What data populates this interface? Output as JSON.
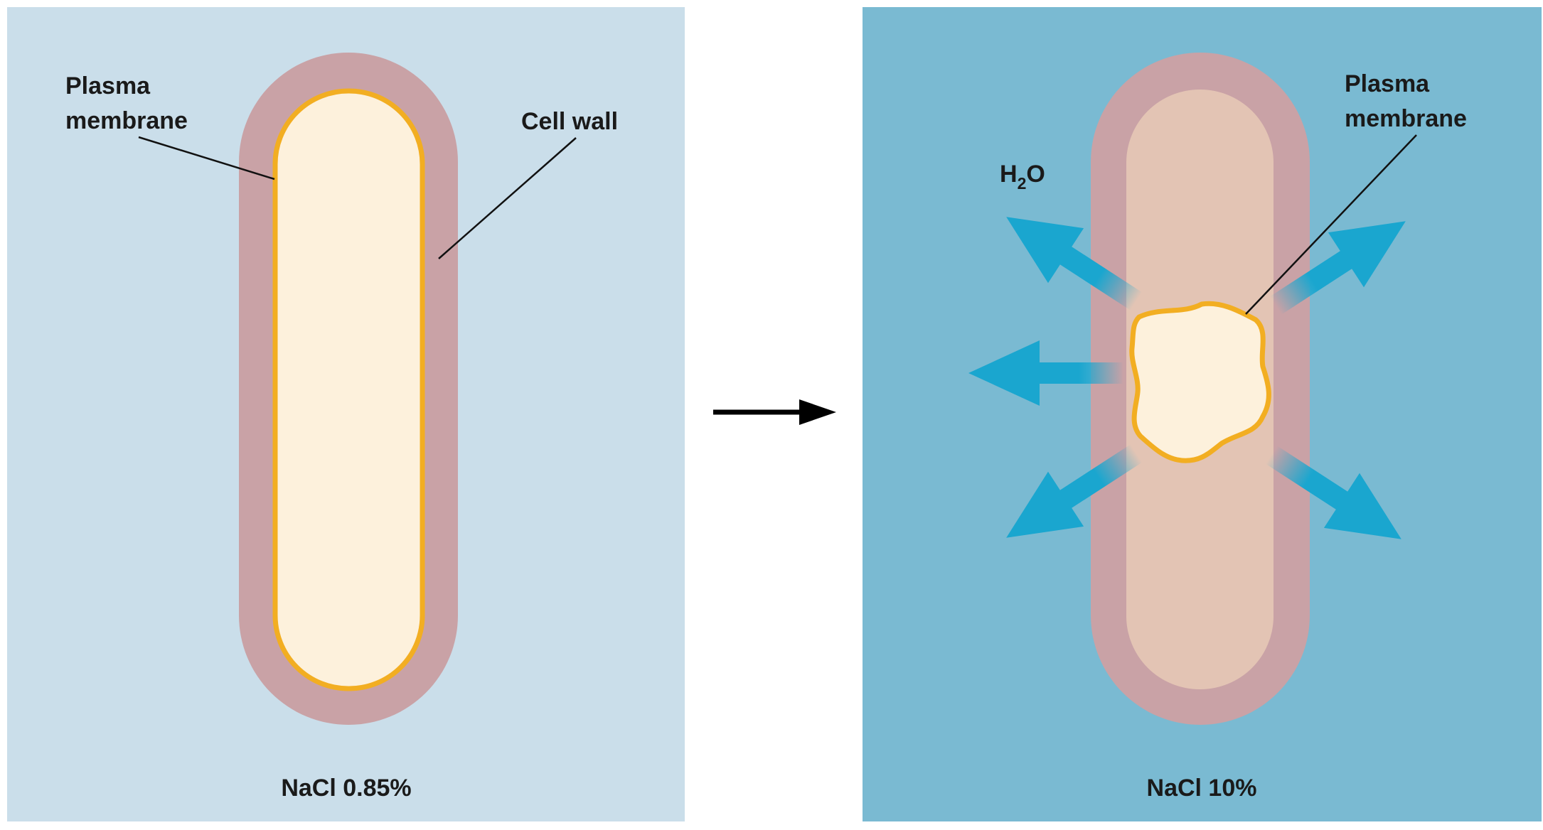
{
  "colors": {
    "page_background": "#ffffff",
    "isotonic_background": "#cadeea",
    "hypertonic_background": "#7abad2",
    "cell_wall": "#c9a2a6",
    "plasma_membrane": "#f2ae22",
    "cytoplasm": "#fdf1dc",
    "shrunken_periplasm": "#e3c4b4",
    "water_arrow": "#1aa6cf",
    "leader_line": "#111111",
    "transition_arrow": "#000000"
  },
  "left_panel": {
    "plasma_membrane_label": [
      "Plasma",
      "membrane"
    ],
    "cell_wall_label": "Cell wall",
    "condition_label": "NaCl 0.85%"
  },
  "right_panel": {
    "water_label": {
      "main": "H",
      "subscript": "2",
      "tail": "O"
    },
    "plasma_membrane_label": [
      "Plasma",
      "membrane"
    ],
    "condition_label": "NaCl 10%"
  },
  "icons": {
    "transition": "right-arrow-icon",
    "water_flow": "outward-arrow-icon"
  }
}
